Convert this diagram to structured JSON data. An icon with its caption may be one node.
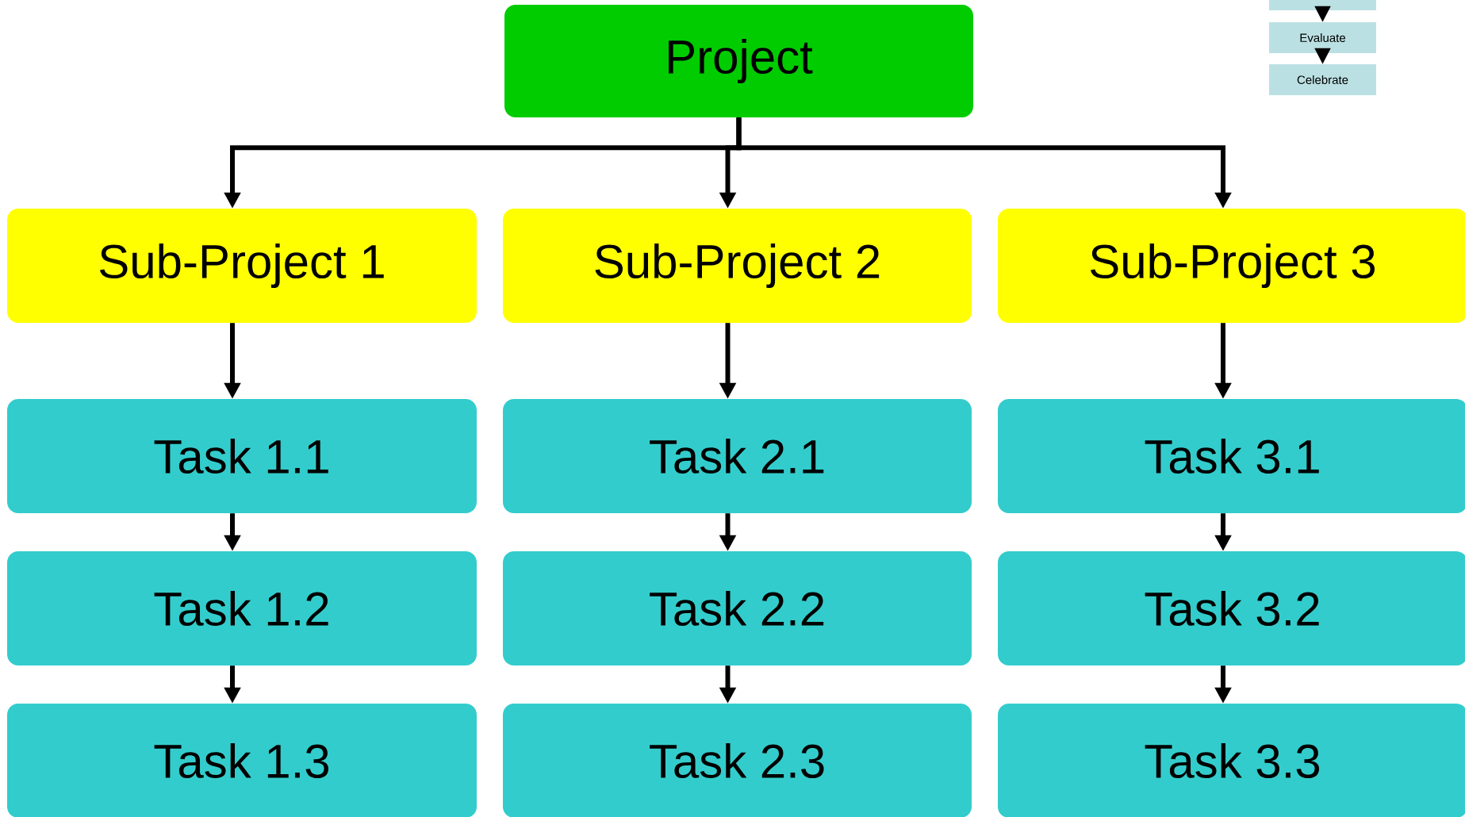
{
  "diagram": {
    "nodes": [
      {
        "text": [
          "Project"
        ]
      },
      {
        "text": [
          "Sub-Project 1"
        ]
      },
      {
        "text": [
          "Sub-Project 2"
        ]
      },
      {
        "text": [
          "Sub-Project 3"
        ]
      },
      {
        "text": [
          "Task 1.1"
        ]
      },
      {
        "text": [
          "Task 2.1"
        ]
      },
      {
        "text": [
          "Task 3.1"
        ]
      },
      {
        "text": [
          "Task 1.2"
        ]
      },
      {
        "text": [
          "Task 2.2"
        ]
      },
      {
        "text": [
          "Task 3.2"
        ]
      },
      {
        "text": [
          "Task 1.3"
        ]
      },
      {
        "text": [
          "Task 2.3"
        ]
      },
      {
        "text": [
          "Task 3.3"
        ]
      },
      {
        "text": [],
        "shape": "box"
      },
      {
        "text": [
          "Evaluate"
        ]
      },
      {
        "text": [
          "Celebrate"
        ]
      }
    ],
    "edges": [
      {
        "from": 0,
        "to": 1,
        "arrow": "to"
      },
      {
        "from": 0,
        "to": 2,
        "arrow": "to"
      },
      {
        "from": 0,
        "to": 3,
        "arrow": "to"
      },
      {
        "from": 1,
        "to": 4,
        "arrow": "to"
      },
      {
        "from": 2,
        "to": 5,
        "arrow": "to"
      },
      {
        "from": 3,
        "to": 6,
        "arrow": "to"
      },
      {
        "from": 4,
        "to": 7,
        "arrow": "to"
      },
      {
        "from": 5,
        "to": 8,
        "arrow": "to"
      },
      {
        "from": 6,
        "to": 9,
        "arrow": "to"
      },
      {
        "from": 7,
        "to": 10,
        "arrow": "to"
      },
      {
        "from": 8,
        "to": 11,
        "arrow": "to"
      },
      {
        "from": 9,
        "to": 12,
        "arrow": "to"
      },
      {
        "from": 13,
        "to": 14,
        "arrow": "to"
      },
      {
        "from": 14,
        "to": 15,
        "arrow": "to"
      }
    ]
  }
}
